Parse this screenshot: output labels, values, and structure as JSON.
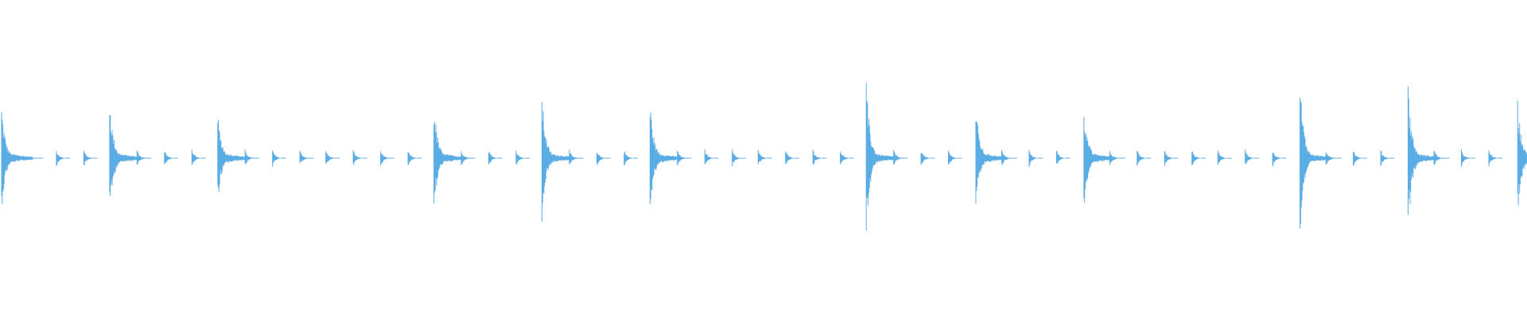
{
  "waveform": {
    "color": "#5aace4",
    "background": "#ffffff",
    "transients": [
      {
        "t": 0.0,
        "amp": 0.43,
        "kind": "hit"
      },
      {
        "t": 0.036,
        "amp": 0.07,
        "kind": "tick"
      },
      {
        "t": 0.054,
        "amp": 0.07,
        "kind": "tick"
      },
      {
        "t": 0.071,
        "amp": 0.48,
        "kind": "hit"
      },
      {
        "t": 0.089,
        "amp": 0.07,
        "kind": "tick"
      },
      {
        "t": 0.107,
        "amp": 0.07,
        "kind": "tick"
      },
      {
        "t": 0.125,
        "amp": 0.07,
        "kind": "tick"
      },
      {
        "t": 0.142,
        "amp": 0.37,
        "kind": "hit"
      },
      {
        "t": 0.16,
        "amp": 0.07,
        "kind": "tick"
      },
      {
        "t": 0.178,
        "amp": 0.07,
        "kind": "tick"
      },
      {
        "t": 0.196,
        "amp": 0.07,
        "kind": "tick"
      },
      {
        "t": 0.213,
        "amp": 0.07,
        "kind": "tick"
      },
      {
        "t": 0.231,
        "amp": 0.07,
        "kind": "tick"
      },
      {
        "t": 0.249,
        "amp": 0.07,
        "kind": "tick"
      },
      {
        "t": 0.267,
        "amp": 0.07,
        "kind": "tick"
      },
      {
        "t": 0.284,
        "amp": 0.45,
        "kind": "hit"
      },
      {
        "t": 0.302,
        "amp": 0.07,
        "kind": "tick"
      },
      {
        "t": 0.32,
        "amp": 0.07,
        "kind": "tick"
      },
      {
        "t": 0.338,
        "amp": 0.07,
        "kind": "tick"
      },
      {
        "t": 0.355,
        "amp": 0.52,
        "kind": "hit"
      },
      {
        "t": 0.373,
        "amp": 0.07,
        "kind": "tick"
      },
      {
        "t": 0.391,
        "amp": 0.07,
        "kind": "tick"
      },
      {
        "t": 0.409,
        "amp": 0.07,
        "kind": "tick"
      },
      {
        "t": 0.426,
        "amp": 0.46,
        "kind": "hit"
      },
      {
        "t": 0.444,
        "amp": 0.07,
        "kind": "tick"
      },
      {
        "t": 0.462,
        "amp": 0.07,
        "kind": "tick"
      },
      {
        "t": 0.48,
        "amp": 0.07,
        "kind": "tick"
      },
      {
        "t": 0.497,
        "amp": 0.07,
        "kind": "tick"
      },
      {
        "t": 0.515,
        "amp": 0.07,
        "kind": "tick"
      },
      {
        "t": 0.533,
        "amp": 0.07,
        "kind": "tick"
      },
      {
        "t": 0.551,
        "amp": 0.07,
        "kind": "tick"
      },
      {
        "t": 0.568,
        "amp": 0.61,
        "kind": "hit"
      },
      {
        "t": 0.586,
        "amp": 0.07,
        "kind": "tick"
      },
      {
        "t": 0.604,
        "amp": 0.07,
        "kind": "tick"
      },
      {
        "t": 0.622,
        "amp": 0.07,
        "kind": "tick"
      },
      {
        "t": 0.64,
        "amp": 0.43,
        "kind": "hit"
      },
      {
        "t": 0.657,
        "amp": 0.07,
        "kind": "tick"
      },
      {
        "t": 0.675,
        "amp": 0.07,
        "kind": "tick"
      },
      {
        "t": 0.693,
        "amp": 0.07,
        "kind": "tick"
      },
      {
        "t": 0.711,
        "amp": 0.44,
        "kind": "hit"
      },
      {
        "t": 0.728,
        "amp": 0.07,
        "kind": "tick"
      },
      {
        "t": 0.746,
        "amp": 0.07,
        "kind": "tick"
      },
      {
        "t": 0.764,
        "amp": 0.07,
        "kind": "tick"
      },
      {
        "t": 0.782,
        "amp": 0.07,
        "kind": "tick"
      },
      {
        "t": 0.799,
        "amp": 0.07,
        "kind": "tick"
      },
      {
        "t": 0.817,
        "amp": 0.07,
        "kind": "tick"
      },
      {
        "t": 0.835,
        "amp": 0.07,
        "kind": "tick"
      },
      {
        "t": 0.853,
        "amp": 0.64,
        "kind": "hit"
      },
      {
        "t": 0.87,
        "amp": 0.07,
        "kind": "tick"
      },
      {
        "t": 0.888,
        "amp": 0.07,
        "kind": "tick"
      },
      {
        "t": 0.906,
        "amp": 0.07,
        "kind": "tick"
      },
      {
        "t": 0.924,
        "amp": 0.6,
        "kind": "hit"
      },
      {
        "t": 0.941,
        "amp": 0.07,
        "kind": "tick"
      },
      {
        "t": 0.959,
        "amp": 0.07,
        "kind": "tick"
      },
      {
        "t": 0.977,
        "amp": 0.07,
        "kind": "tick"
      },
      {
        "t": 0.996,
        "amp": 0.46,
        "kind": "hit"
      }
    ]
  }
}
